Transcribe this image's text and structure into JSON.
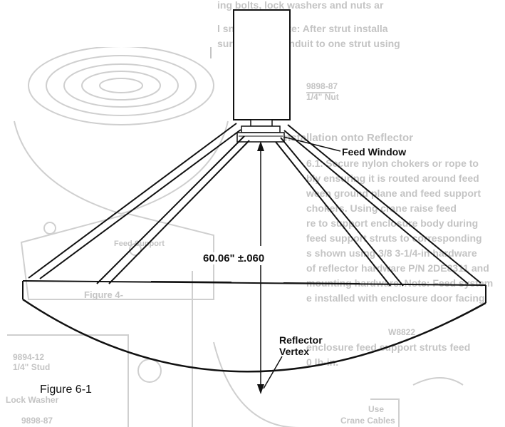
{
  "figure": {
    "caption": "Figure 6-1",
    "labels": {
      "feed_window": "Feed Window",
      "distance": "60.06\" ±.060",
      "vertex_line1": "Reflector",
      "vertex_line2": "Vertex"
    }
  },
  "bleed_through": {
    "lines": [
      "ing bolts, lock washers and nuts ar",
      "l snug only. Note: After strut installa",
      "sure excess conduit to one strut using",
      "9898-87",
      "1/4\" Nut",
      "Installation onto Reflector",
      "6.1. Secure nylon chokers or rope to",
      "bly ensuring it is routed around feed",
      "ween ground plane and feed support",
      "chokers. Using crane raise feed",
      "re to support enclosure body during",
      "feed support struts to corresponding",
      "s shown using 3/8 3-1/4-in hardware",
      "of reflector hardware P/N 2DE8311 and",
      "mounting hardware. Note: Feed system",
      "e installed with enclosure door facing",
      "W8822",
      "enclosure feed support struts feed",
      "0 lb-in.",
      "Figure 4-",
      "9894-12",
      "1/4\" Stud",
      "Lock Washer",
      "9898-87",
      "Use",
      "Crane Cables",
      "Feed Support"
    ]
  }
}
